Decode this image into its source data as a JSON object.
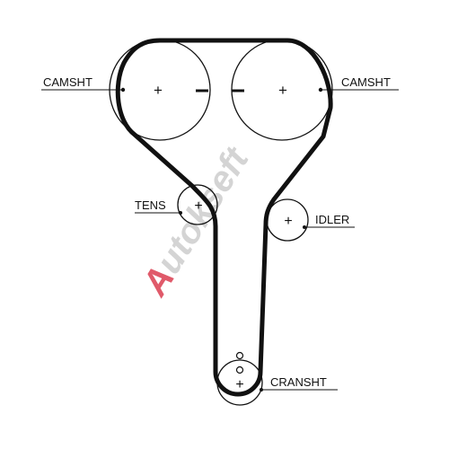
{
  "labels": {
    "camshaft_left": "CAMSHT",
    "camshaft_right": "CAMSHT",
    "tensioner": "TENS",
    "idler": "IDLER",
    "crankshaft": "CRANSHT"
  },
  "watermark": {
    "text": "Autokseft",
    "first_letter_color": "#e05a6a",
    "rest_color": "#d4d4d4"
  },
  "colors": {
    "belt": "#111111",
    "pulley": "#111111",
    "background": "#ffffff"
  }
}
